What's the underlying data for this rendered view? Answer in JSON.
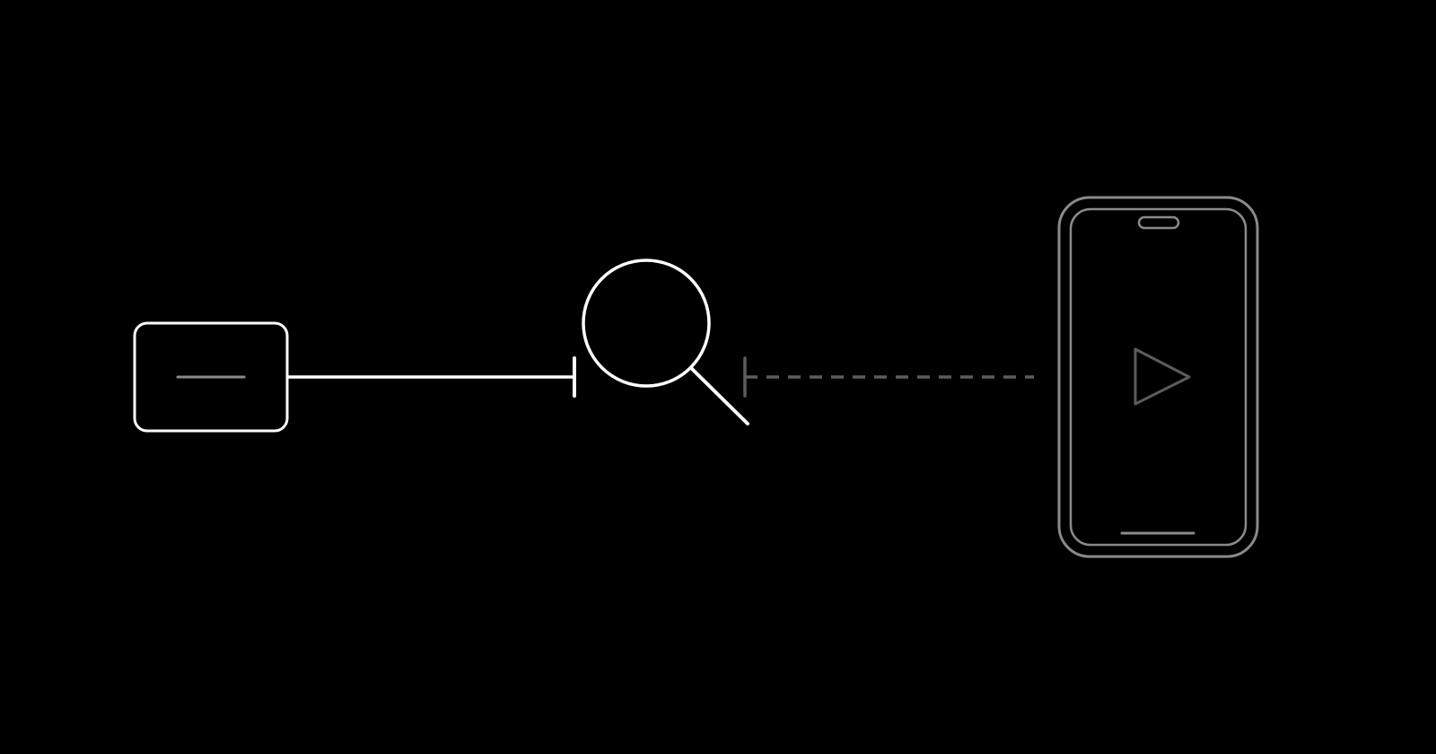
{
  "colors": {
    "background": "#000000",
    "primary_stroke": "#ffffff",
    "secondary_stroke": "#8a8a8a",
    "dim_stroke": "#5c5c5c"
  },
  "nodes": [
    {
      "id": "source",
      "icon": "minus-card-icon"
    },
    {
      "id": "search",
      "icon": "search-icon"
    },
    {
      "id": "device",
      "icon": "smartphone-play-icon"
    }
  ],
  "connectors": [
    {
      "from": "source",
      "to": "search",
      "style": "solid"
    },
    {
      "from": "device",
      "to": "search",
      "style": "dashed"
    }
  ]
}
